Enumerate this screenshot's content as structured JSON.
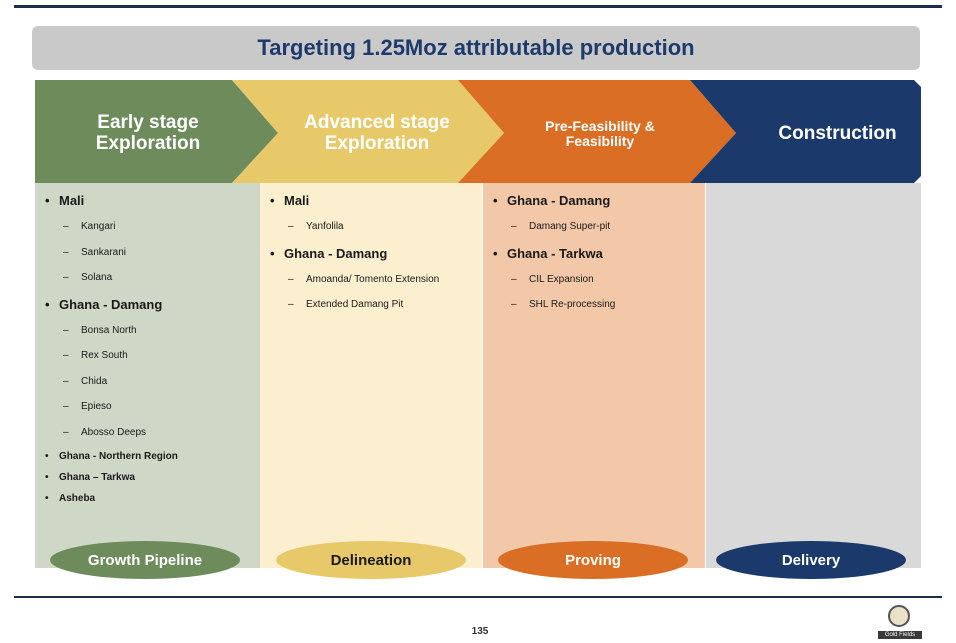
{
  "banner": {
    "title": "Targeting 1.25Moz attributable production"
  },
  "colors": {
    "green": "#6e8b5c",
    "yellow": "#e8c96a",
    "orange": "#d96e24",
    "navy": "#1b3a6b",
    "green_bg": "#cfd8c7",
    "yellow_bg": "#fbefcf",
    "orange_bg": "#f3c8a8",
    "grey_bg": "#d9d9d9"
  },
  "stages": [
    {
      "label": "Early stage\nExploration",
      "items": [
        {
          "level": 1,
          "text": "Mali"
        },
        {
          "level": 2,
          "text": "Kangari"
        },
        {
          "level": 2,
          "text": "Sankarani"
        },
        {
          "level": 2,
          "text": "Solana"
        },
        {
          "level": 1,
          "text": "Ghana - Damang"
        },
        {
          "level": 2,
          "text": "Bonsa North"
        },
        {
          "level": 2,
          "text": "Rex South"
        },
        {
          "level": 2,
          "text": "Chida"
        },
        {
          "level": 2,
          "text": "Epieso"
        },
        {
          "level": 2,
          "text": "Abosso Deeps"
        },
        {
          "level": 1,
          "text": "Ghana - Northern Region",
          "small": true
        },
        {
          "level": 1,
          "text": "Ghana – Tarkwa",
          "small": true
        },
        {
          "level": 1,
          "text": "Asheba",
          "small": true
        }
      ],
      "pill": "Growth Pipeline"
    },
    {
      "label": "Advanced stage\nExploration",
      "items": [
        {
          "level": 1,
          "text": "Mali"
        },
        {
          "level": 2,
          "text": "Yanfolila"
        },
        {
          "level": 1,
          "text": "Ghana - Damang"
        },
        {
          "level": 2,
          "text": "Amoanda/ Tomento Extension"
        },
        {
          "level": 2,
          "text": "Extended Damang Pit"
        }
      ],
      "pill": "Delineation"
    },
    {
      "label": "Pre-Feasibility &\nFeasibility",
      "items": [
        {
          "level": 1,
          "text": "Ghana - Damang"
        },
        {
          "level": 2,
          "text": "Damang Super-pit"
        },
        {
          "level": 1,
          "text": "Ghana - Tarkwa"
        },
        {
          "level": 2,
          "text": "CIL Expansion"
        },
        {
          "level": 2,
          "text": "SHL Re-processing"
        }
      ],
      "pill": "Proving"
    },
    {
      "label": "Construction",
      "items": [],
      "pill": "Delivery"
    }
  ],
  "footer": {
    "page_number": "135",
    "logo_text": "Gold Fields"
  }
}
